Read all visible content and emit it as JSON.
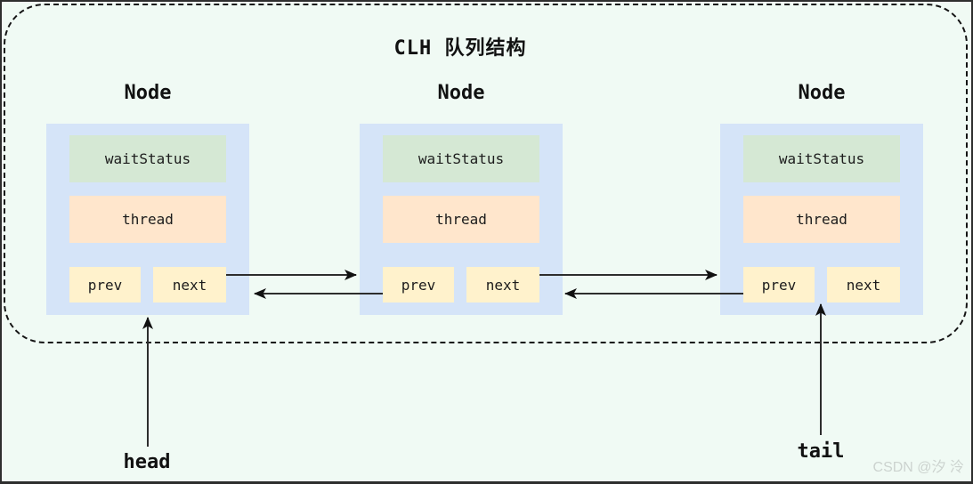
{
  "title": "CLH 队列结构",
  "nodes": [
    {
      "label": "Node",
      "fields": {
        "wait_status": "waitStatus",
        "thread": "thread",
        "prev": "prev",
        "next": "next"
      }
    },
    {
      "label": "Node",
      "fields": {
        "wait_status": "waitStatus",
        "thread": "thread",
        "prev": "prev",
        "next": "next"
      }
    },
    {
      "label": "Node",
      "fields": {
        "wait_status": "waitStatus",
        "thread": "thread",
        "prev": "prev",
        "next": "next"
      }
    }
  ],
  "pointers": {
    "head_label": "head",
    "tail_label": "tail"
  },
  "watermark": "CSDN @汐 泠",
  "colors": {
    "canvas_bg": "#f0faf4",
    "node_bg": "#d5e4f8",
    "wait_status_bg": "#d5e8d4",
    "thread_bg": "#ffe6cc",
    "pointer_bg": "#fff2cc",
    "arrow": "#2d2d2d",
    "watermark_color": "#ccd3cf"
  }
}
